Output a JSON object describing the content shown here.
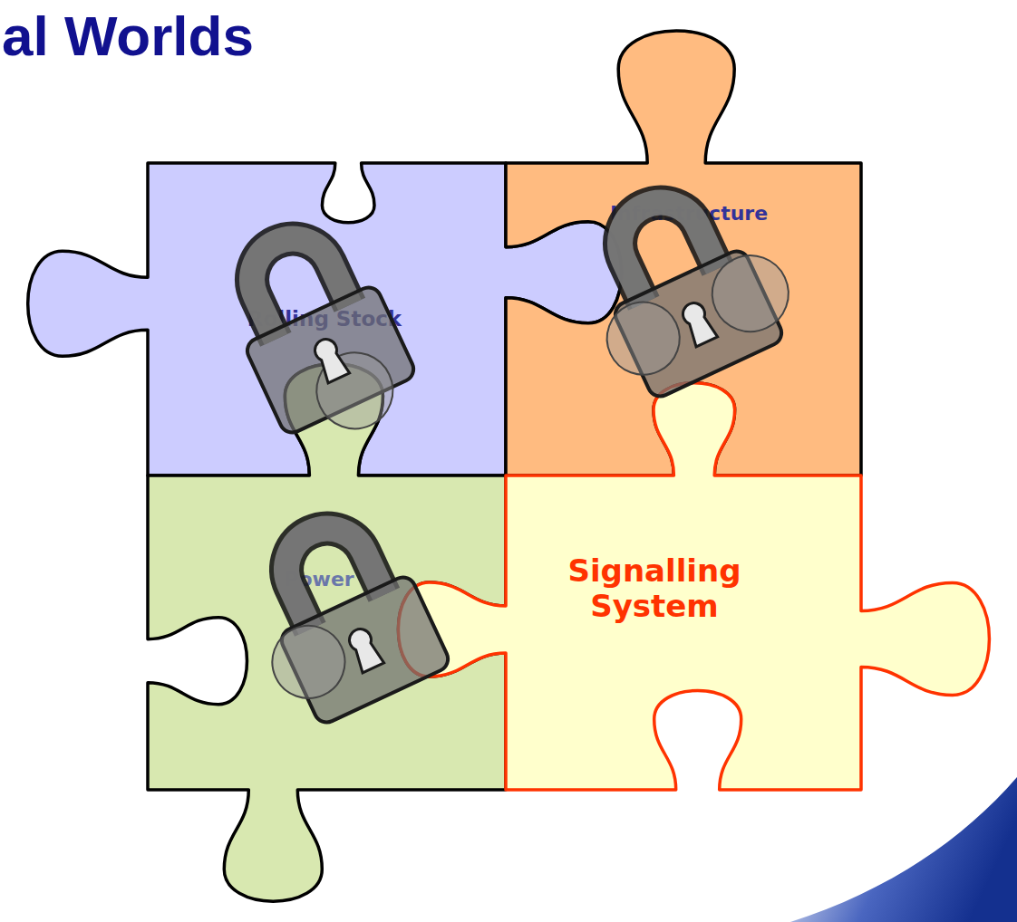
{
  "diagram": {
    "title": "al Worlds",
    "nodes": [
      {
        "text": [
          "Rolling Stock"
        ]
      },
      {
        "text": [
          "Infrastructure"
        ]
      },
      {
        "text": [
          "Power"
        ]
      },
      {
        "text": [
          "Signalling System"
        ]
      }
    ]
  }
}
